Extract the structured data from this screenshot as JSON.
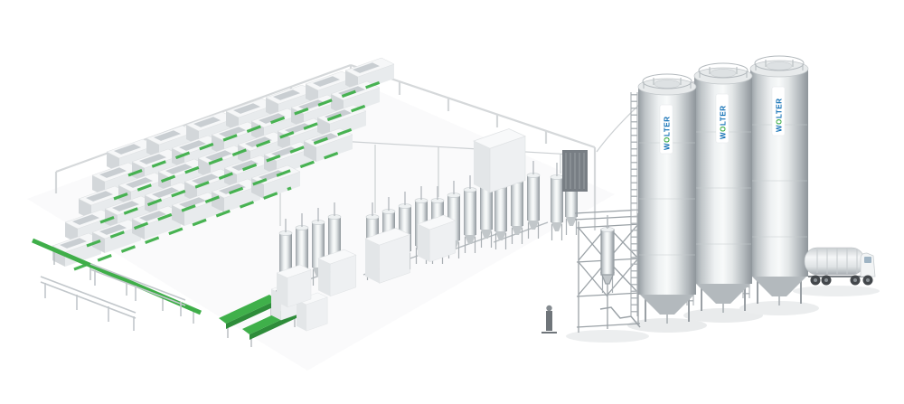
{
  "scene": {
    "alt": "3D rendering of a plastics processing plant: rows of white injection molding machines linked by green conveyors, stainless material dryer stations, a lattice steel tower, three WOLTER storage silos and a bulk tanker truck",
    "background": "#ffffff"
  },
  "branding": {
    "name": "WOLTER",
    "prefix": "W",
    "o": "O",
    "suffix": "LTER",
    "logo_blue": "#0e6eb4",
    "logo_green": "#3fae49"
  },
  "colors": {
    "accent_green": "#3fb04a",
    "accent_green_dark": "#2e8c3a",
    "steel_light": "#f2f4f5",
    "steel_mid": "#c9ced1",
    "steel_dark": "#9aa0a5",
    "machine_white": "#f6f7f8",
    "shadow": "#e9ebec"
  },
  "silos": [
    {
      "label": "WOLTER"
    },
    {
      "label": "WOLTER"
    },
    {
      "label": "WOLTER"
    }
  ]
}
